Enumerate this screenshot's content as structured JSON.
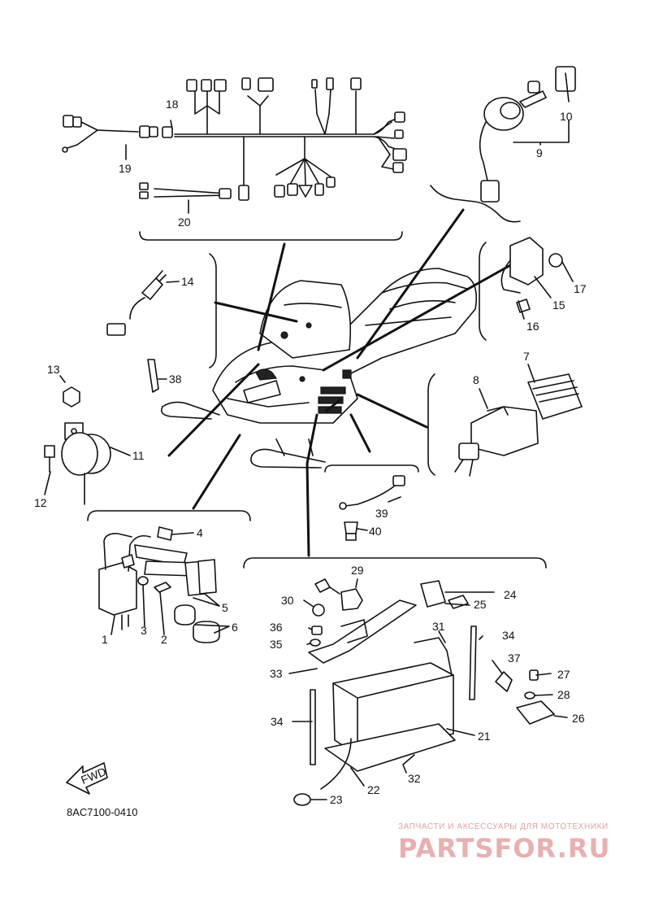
{
  "callouts": [
    {
      "id": "c1",
      "label": "1"
    },
    {
      "id": "c2",
      "label": "2"
    },
    {
      "id": "c3",
      "label": "3"
    },
    {
      "id": "c4",
      "label": "4"
    },
    {
      "id": "c5",
      "label": "5"
    },
    {
      "id": "c6",
      "label": "6"
    },
    {
      "id": "c7",
      "label": "7"
    },
    {
      "id": "c8",
      "label": "8"
    },
    {
      "id": "c9",
      "label": "9"
    },
    {
      "id": "c10",
      "label": "10"
    },
    {
      "id": "c11",
      "label": "11"
    },
    {
      "id": "c12",
      "label": "12"
    },
    {
      "id": "c13",
      "label": "13"
    },
    {
      "id": "c14",
      "label": "14"
    },
    {
      "id": "c15",
      "label": "15"
    },
    {
      "id": "c16",
      "label": "16"
    },
    {
      "id": "c17",
      "label": "17"
    },
    {
      "id": "c18",
      "label": "18"
    },
    {
      "id": "c19",
      "label": "19"
    },
    {
      "id": "c20",
      "label": "20"
    },
    {
      "id": "c21",
      "label": "21"
    },
    {
      "id": "c22",
      "label": "22"
    },
    {
      "id": "c23",
      "label": "23"
    },
    {
      "id": "c24",
      "label": "24"
    },
    {
      "id": "c25",
      "label": "25"
    },
    {
      "id": "c26",
      "label": "26"
    },
    {
      "id": "c27",
      "label": "27"
    },
    {
      "id": "c28",
      "label": "28"
    },
    {
      "id": "c29",
      "label": "29"
    },
    {
      "id": "c30",
      "label": "30"
    },
    {
      "id": "c31",
      "label": "31"
    },
    {
      "id": "c32",
      "label": "32"
    },
    {
      "id": "c33",
      "label": "33"
    },
    {
      "id": "c34a",
      "label": "34"
    },
    {
      "id": "c34b",
      "label": "34"
    },
    {
      "id": "c35",
      "label": "35"
    },
    {
      "id": "c36",
      "label": "36"
    },
    {
      "id": "c37",
      "label": "37"
    },
    {
      "id": "c38",
      "label": "38"
    },
    {
      "id": "c39",
      "label": "39"
    },
    {
      "id": "c40",
      "label": "40"
    }
  ],
  "fwd_label": "FWD",
  "diagram_code": "8AC7100-0410",
  "watermark": {
    "tagline": "ЗАПЧАСТИ И АКСЕССУАРЫ ДЛЯ МОТОТЕХНИКИ",
    "logo": "PARTSFOR.RU"
  }
}
